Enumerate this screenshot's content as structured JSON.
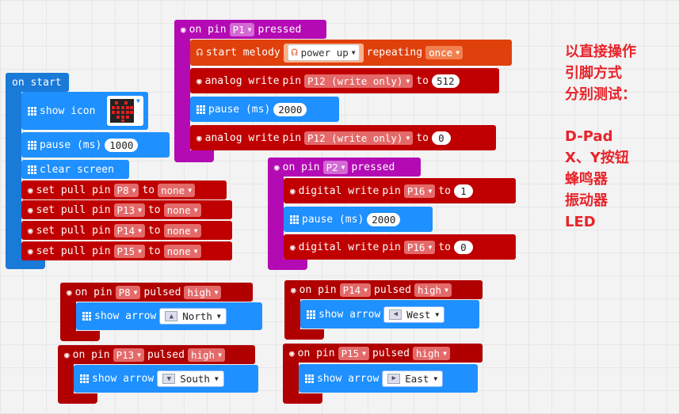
{
  "on_start": {
    "label": "on start",
    "show_icon": "show icon",
    "pause": "pause (ms)",
    "pause_value": "1000",
    "clear_screen": "clear screen",
    "set_pull_pin": "set pull pin",
    "to": "to",
    "pull_rows": [
      {
        "pin": "P8",
        "mode": "none"
      },
      {
        "pin": "P13",
        "mode": "none"
      },
      {
        "pin": "P14",
        "mode": "none"
      },
      {
        "pin": "P15",
        "mode": "none"
      }
    ]
  },
  "p1_block": {
    "on_pin": "on pin",
    "pin": "P1",
    "pressed": "pressed",
    "start_melody": "start melody",
    "melody": "power up",
    "repeating": "repeating",
    "repeat_mode": "once",
    "analog_write": "analog write",
    "pin_word": "pin",
    "analog_pin": "P12 (write only)",
    "to": "to",
    "value1": "512",
    "pause": "pause (ms)",
    "pause_value": "2000",
    "value2": "0"
  },
  "p2_block": {
    "on_pin": "on pin",
    "pin": "P2",
    "pressed": "pressed",
    "digital_write": "digital write",
    "pin_word": "pin",
    "digital_pin": "P16",
    "to": "to",
    "value1": "1",
    "pause": "pause (ms)",
    "pause_value": "2000",
    "value2": "0"
  },
  "pulsed_blocks": [
    {
      "on_pin": "on pin",
      "pin": "P8",
      "pulsed": "pulsed",
      "level": "high",
      "show_arrow": "show arrow",
      "direction": "North"
    },
    {
      "on_pin": "on pin",
      "pin": "P13",
      "pulsed": "pulsed",
      "level": "high",
      "show_arrow": "show arrow",
      "direction": "South"
    },
    {
      "on_pin": "on pin",
      "pin": "P14",
      "pulsed": "pulsed",
      "level": "high",
      "show_arrow": "show arrow",
      "direction": "West"
    },
    {
      "on_pin": "on pin",
      "pin": "P15",
      "pulsed": "pulsed",
      "level": "high",
      "show_arrow": "show arrow",
      "direction": "East"
    }
  ],
  "note_lines": [
    "以直接操作",
    "引脚方式",
    "分别测试：",
    "",
    "D-Pad",
    "X、Y按钮",
    "蜂鸣器",
    "振动器",
    "LED"
  ],
  "colors": {
    "note_red": "#e8232a",
    "basic_blue": "#1e90ff",
    "pins_red": "#c00000",
    "input_purple": "#b40ab4",
    "music_orange": "#e0400c"
  },
  "icons": {
    "pin_event": "gear-icon",
    "basic": "grid-icon",
    "music": "headphones-icon",
    "image": "image-icon",
    "dropdown": "caret-down-icon"
  }
}
